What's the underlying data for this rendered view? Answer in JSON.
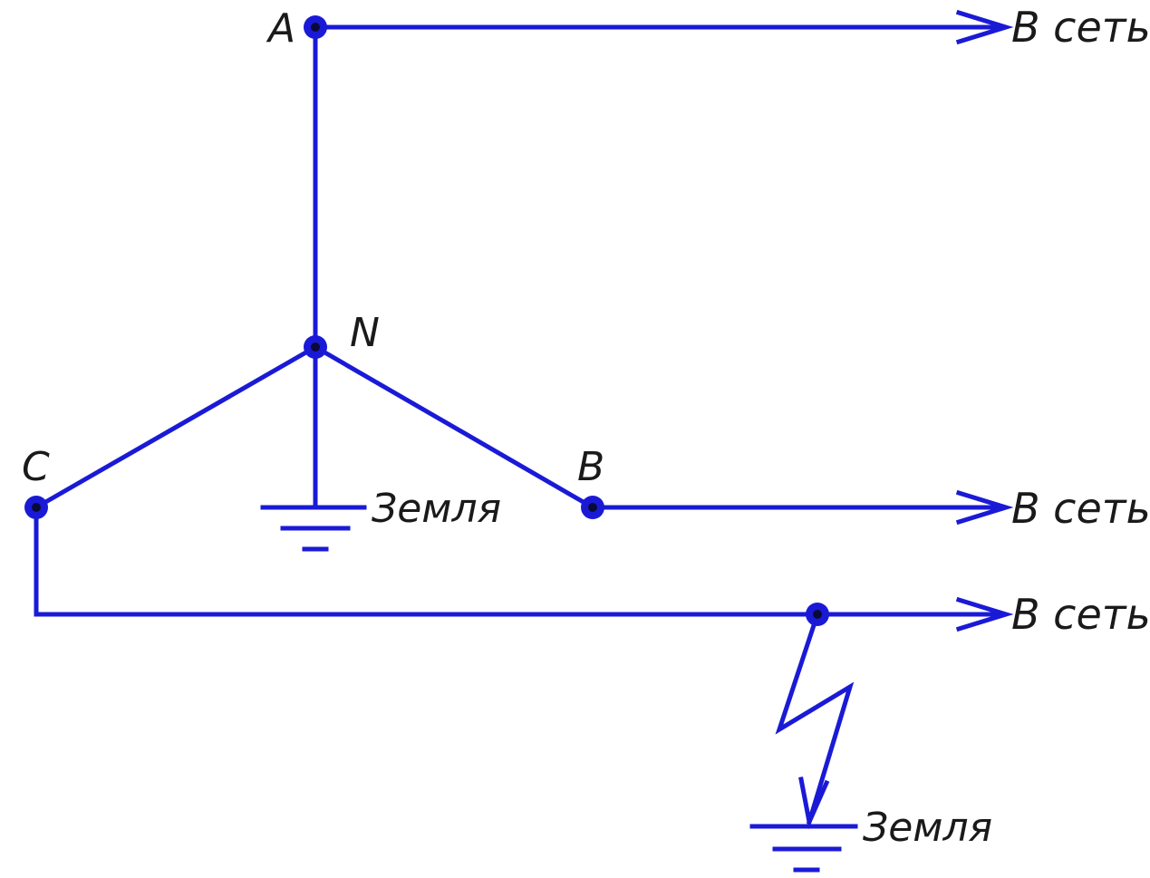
{
  "nodes": {
    "a": "A",
    "n": "N",
    "b": "B",
    "c": "C"
  },
  "outputs": {
    "a": "В сеть",
    "b": "В сеть",
    "c": "В сеть"
  },
  "grounds": {
    "neutral": "Земля",
    "fault": "Земля"
  },
  "colors": {
    "wire": "#1a1ad6",
    "node_center": "#0a0a3a",
    "text": "#1a1a1a"
  }
}
